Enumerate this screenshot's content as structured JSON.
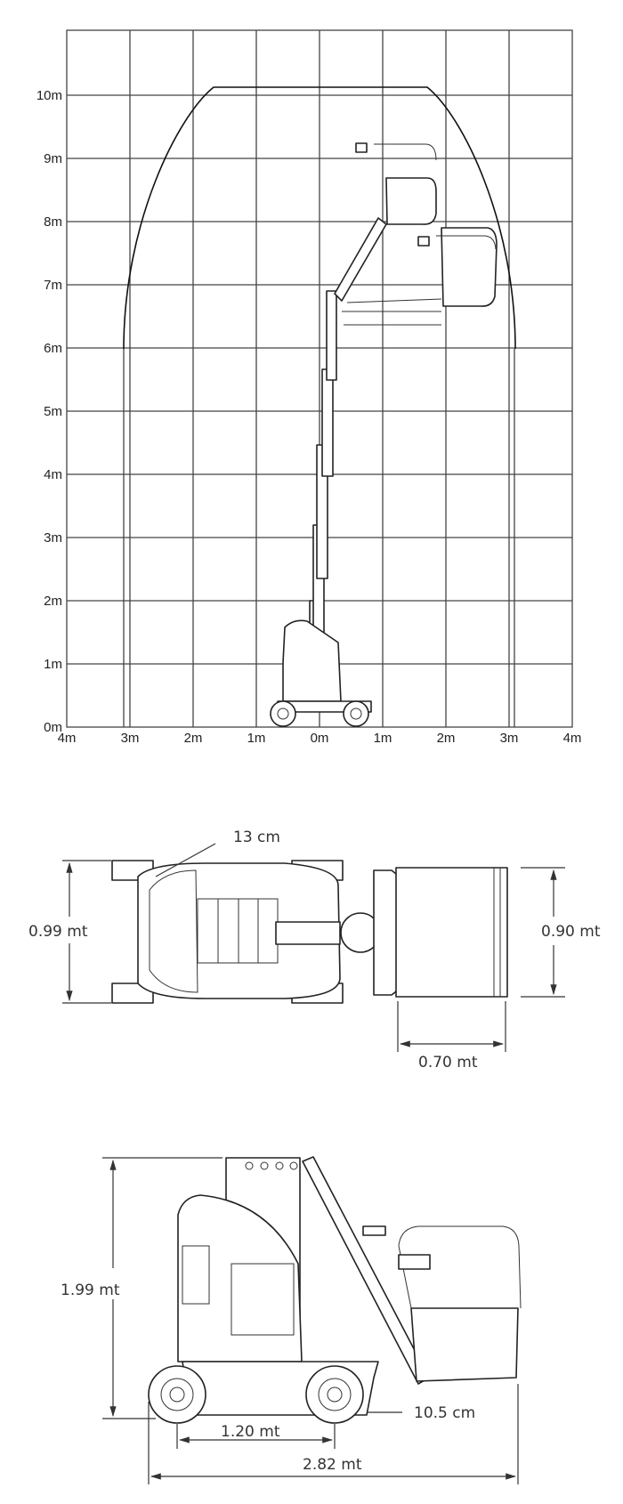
{
  "reach_chart": {
    "y_labels": [
      "0m",
      "1m",
      "2m",
      "3m",
      "4m",
      "5m",
      "6m",
      "7m",
      "8m",
      "9m",
      "10m"
    ],
    "x_labels": [
      "4m",
      "3m",
      "2m",
      "1m",
      "0m",
      "1m",
      "2m",
      "3m",
      "4m"
    ],
    "envelope": {
      "max_height_m": 10.1,
      "side_reach_left_m": 3.1,
      "side_reach_right_m": 3.05
    }
  },
  "top_view": {
    "tire_clearance_label": "13 cm",
    "width_label": "0.99 mt",
    "platform_width_label": "0.90 mt",
    "platform_depth_label": "0.70 mt"
  },
  "side_view": {
    "height_label": "1.99 mt",
    "ground_clearance_label": "10.5 cm",
    "wheelbase_label": "1.20 mt",
    "length_label": "2.82 mt"
  }
}
